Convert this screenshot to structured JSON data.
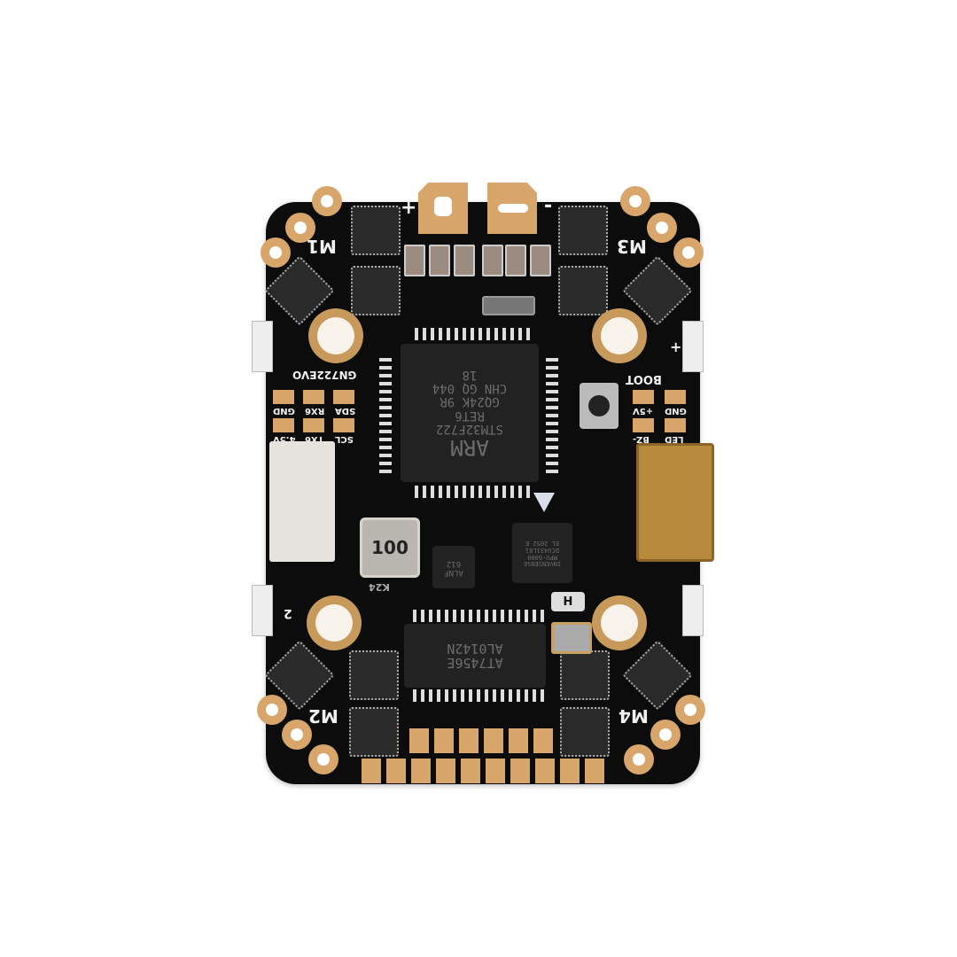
{
  "image": {
    "subject": "Drone flight controller PCB",
    "background": "#ffffff",
    "board_color": "#0c0c0c",
    "pad_color": "#d8a66a"
  },
  "power": {
    "plus_label": "+",
    "minus_label": "-"
  },
  "motors": {
    "m1": "M1",
    "m2": "M2",
    "m3": "M3",
    "m4": "M4"
  },
  "mcu": {
    "lines": [
      "ARM",
      "STM32F722",
      "RET6",
      "GQ24K  9R",
      "CHN GQ 044",
      "18"
    ]
  },
  "gyro": {
    "lines": [
      "INVENSENSE",
      "MPU-6000",
      "DCU431L81",
      "EL 2052 E"
    ]
  },
  "osd_chip": {
    "lines": [
      "AT7456E",
      "AL0142N"
    ]
  },
  "small_chip": {
    "lines": [
      "ALNF",
      "612"
    ]
  },
  "inductor": {
    "label": "100"
  },
  "diode": {
    "label": "K24"
  },
  "h_label": "H",
  "left_pads": {
    "header": "GN722EVO",
    "row1": [
      "GND",
      "RX6",
      "SDA"
    ],
    "row2": [
      "4.5V",
      "TX6",
      "SCL"
    ]
  },
  "right_pads": {
    "header": "BOOT",
    "row1": [
      "+5V",
      "GND"
    ],
    "row2": [
      "BZ-",
      "LED"
    ]
  },
  "side_labels": {
    "left_mid": "2",
    "right_top": "+"
  }
}
